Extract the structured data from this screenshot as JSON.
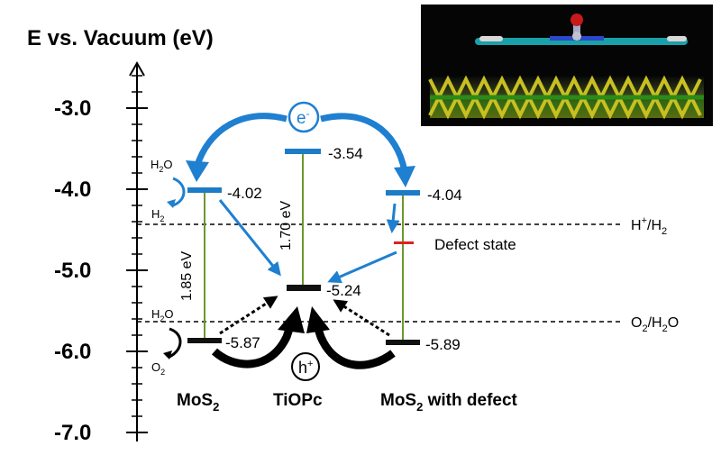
{
  "title": "E vs. Vacuum (eV)",
  "axis": {
    "ticks": [
      "-3.0",
      "-4.0",
      "-5.0",
      "-6.0",
      "-7.0"
    ],
    "range": [
      -7.0,
      -2.6
    ]
  },
  "materials": {
    "mos2": "MoS",
    "mos2_sub": "2",
    "tiopc": "TiOPc",
    "mos2_defect_a": "MoS",
    "mos2_defect_sub": "2",
    "mos2_defect_b": " with defect"
  },
  "levels": {
    "mos2_cb": "-4.02",
    "mos2_vb": "-5.87",
    "tiopc_lumo": "-3.54",
    "tiopc_homo": "-5.24",
    "defect_cb": "-4.04",
    "defect_vb": "-5.89"
  },
  "gaps": {
    "mos2": "1.85 eV",
    "tiopc": "1.70 eV"
  },
  "redox": {
    "h_pre": "H",
    "h_sup": "+",
    "h_mid": "/H",
    "h_sub": "2",
    "o_pre": "O",
    "o_sub1": "2",
    "o_mid": "/H",
    "o_sub2": "2",
    "o_post": "O"
  },
  "labels": {
    "defect_state": "Defect state",
    "electron_e": "e",
    "electron_sup": "-",
    "hole_h": "h",
    "hole_sup": "+",
    "h2o_top_a": "H",
    "h2o_top_sub": "2",
    "h2o_top_b": "O",
    "h2_a": "H",
    "h2_sub": "2",
    "h2o_bot_a": "H",
    "h2o_bot_sub": "2",
    "h2o_bot_b": "O",
    "o2_a": "O",
    "o2_sub": "2"
  },
  "colors": {
    "arrow_blue": "#1f7fd0",
    "level_blue": "#1c7cc8",
    "gap_green": "#6a9a2a",
    "defect_red": "#e02020"
  }
}
